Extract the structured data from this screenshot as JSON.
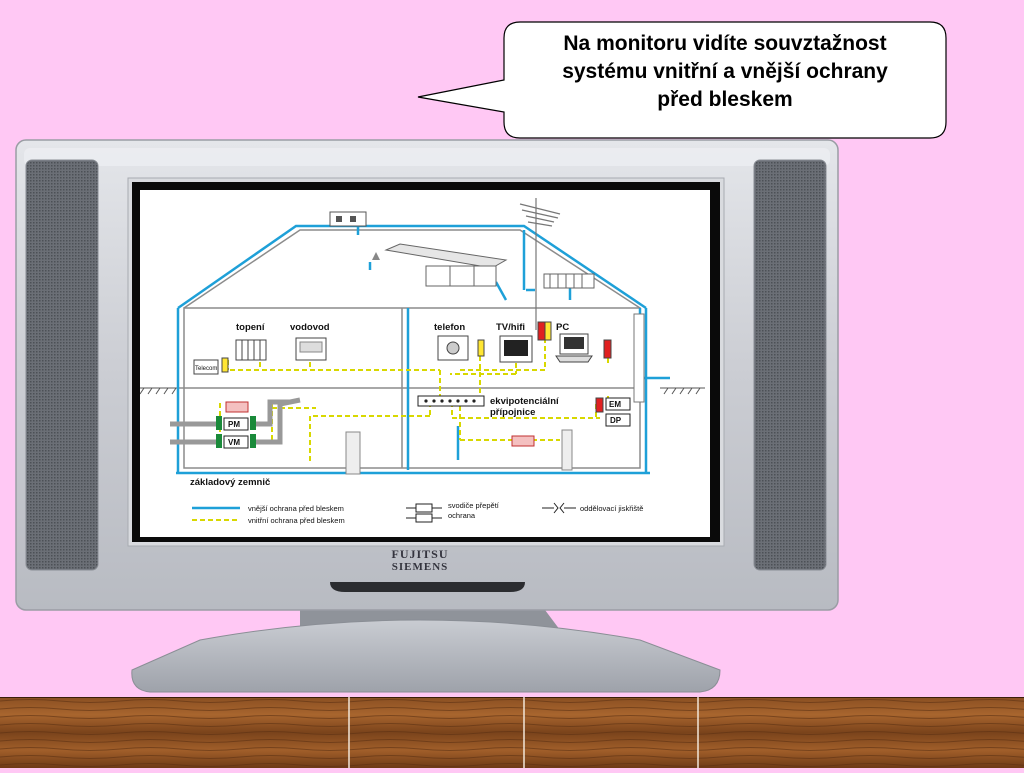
{
  "callout": {
    "lines": [
      "Na monitoru vidíte souvztažnost",
      "systému vnitřní a vnější ochrany",
      "před bleskem"
    ]
  },
  "monitor": {
    "brand_line1": "FUJITSU",
    "brand_line2": "SIEMENS"
  },
  "diagram": {
    "labels": {
      "heating": "topení",
      "water": "vodovod",
      "phone": "telefon",
      "tv": "TV/hifi",
      "pc": "PC",
      "telecom": "Telecom",
      "equip_1": "ekvipotenciální",
      "equip_2": "přípojnice",
      "pm": "PM",
      "vm": "VM",
      "em": "EM",
      "dp": "DP",
      "ground": "základový zemnič"
    },
    "legend": {
      "external": "vnější ochrana před bleskem",
      "internal": "vnitřní ochrana před bleskem",
      "surge_1": "svodiče přepětí",
      "surge_2": "ochrana",
      "gap": "oddělovací jiskřiště"
    },
    "colors": {
      "external_line": "#1ea0d8",
      "internal_line": "#d8d800",
      "spd": "#e02020",
      "meter": "#1a8a3a"
    }
  }
}
